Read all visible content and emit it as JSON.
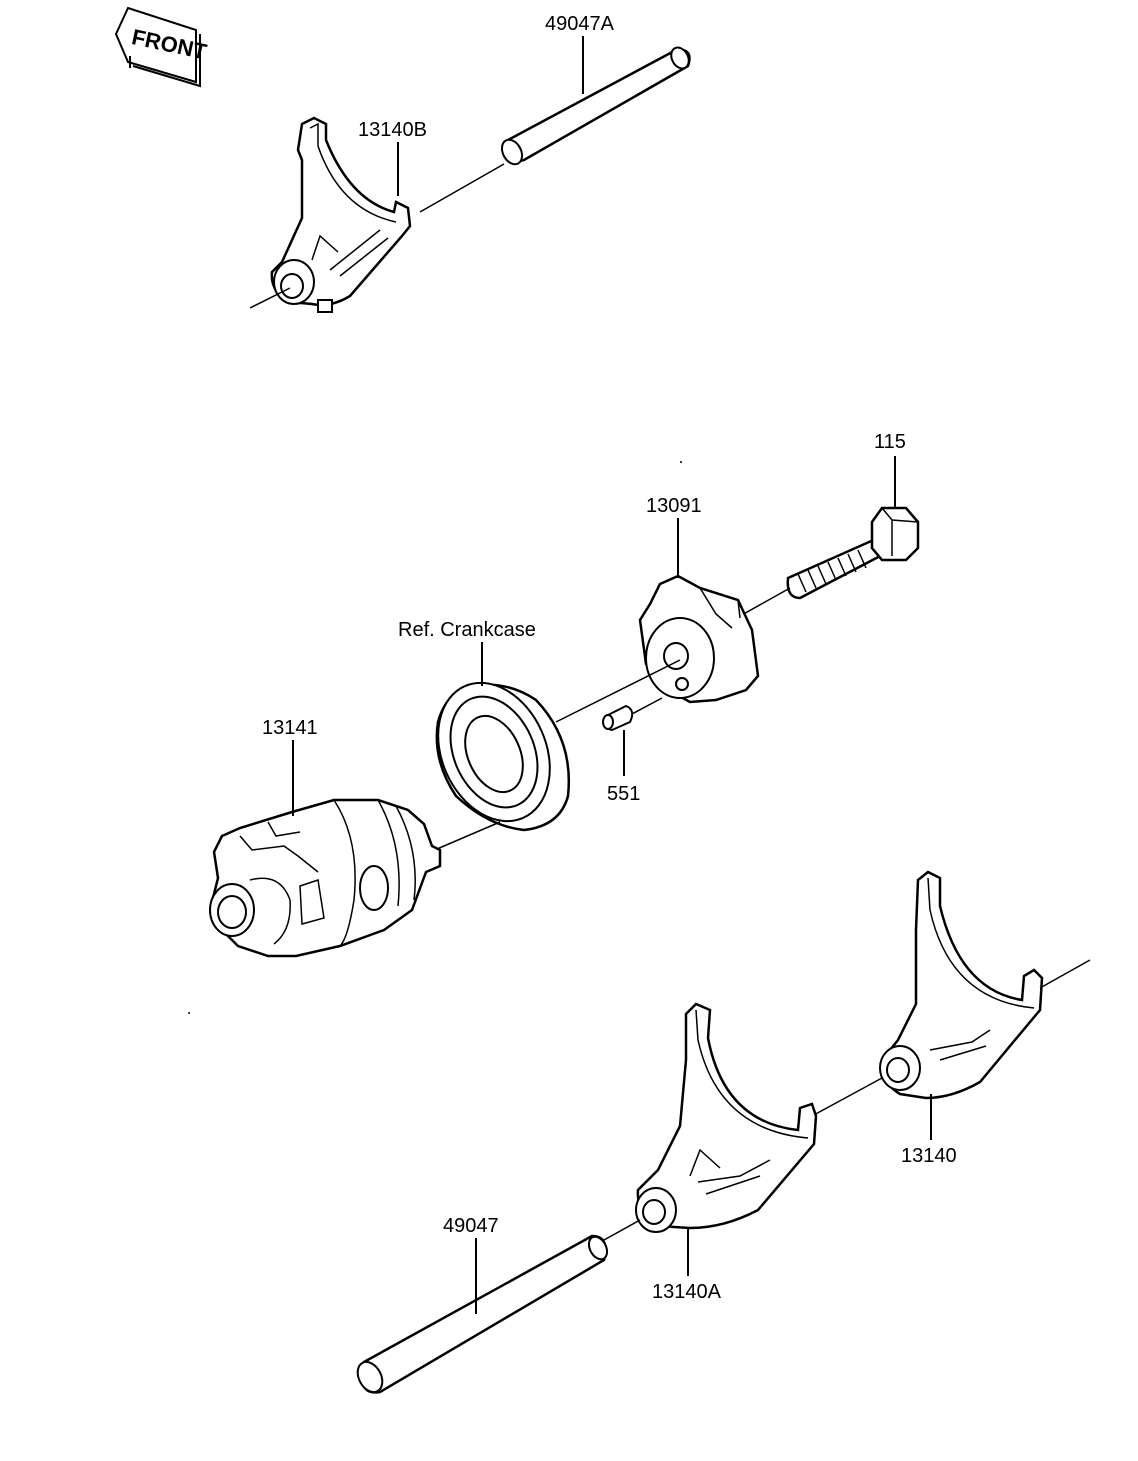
{
  "front_marker": {
    "text": "FRONT"
  },
  "callouts": {
    "shaft_upper": "49047A",
    "fork_upper": "13140B",
    "bolt": "115",
    "holder": "13091",
    "bearing": "Ref. Crankcase",
    "drum": "13141",
    "pin": "551",
    "fork_right": "13140",
    "shaft_lower": "49047",
    "fork_lower": "13140A"
  }
}
